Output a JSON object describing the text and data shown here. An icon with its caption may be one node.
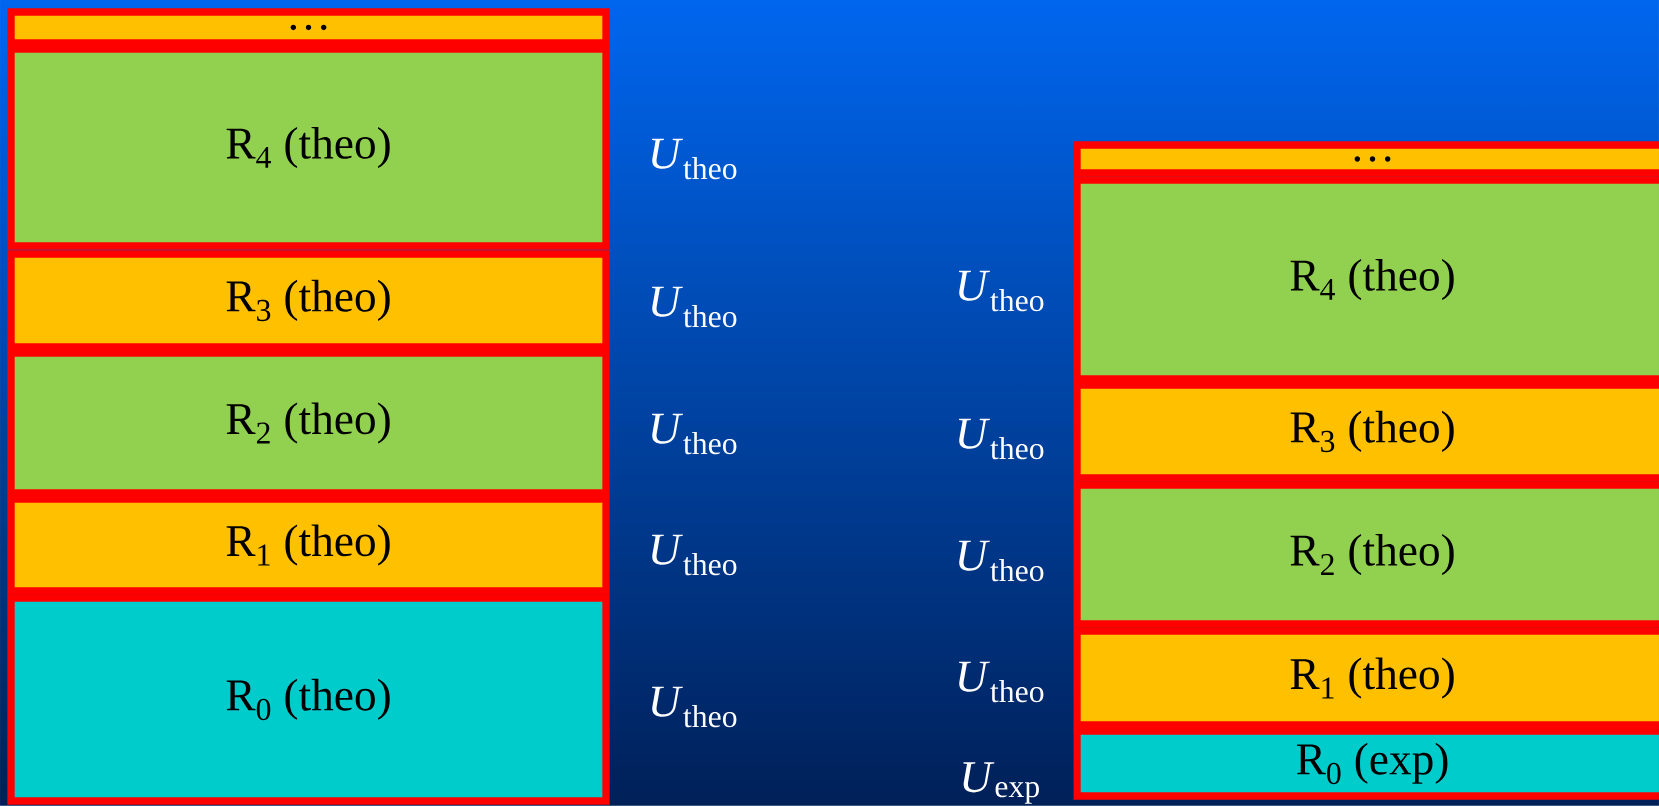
{
  "diagram": {
    "nodes": [
      {
        "text": [
          "…"
        ]
      },
      {
        "text": [
          "R$_{4}$ (theo)"
        ]
      },
      {
        "text": [
          "R$_{3}$ (theo)"
        ]
      },
      {
        "text": [
          "R$_{2}$ (theo)"
        ]
      },
      {
        "text": [
          "R$_{1}$ (theo)"
        ]
      },
      {
        "text": [
          "R$_{0}$ (theo)"
        ]
      },
      {
        "text": [
          "…"
        ]
      },
      {
        "text": [
          "R$_{4}$ (theo)"
        ]
      },
      {
        "text": [
          "R$_{3}$ (theo)"
        ]
      },
      {
        "text": [
          "R$_{2}$ (theo)"
        ]
      },
      {
        "text": [
          "R$_{1}$ (theo)"
        ]
      },
      {
        "text": [
          "R$_{0}$ (exp)"
        ]
      }
    ],
    "labels": [
      "*U*$_{theo}$",
      "*U*$_{theo}$",
      "*U*$_{theo}$",
      "*U*$_{theo}$",
      "*U*$_{theo}$",
      "*U*$_{theo}$",
      "*U*$_{theo}$",
      "*U*$_{theo}$",
      "*U*$_{theo}$",
      "*U*$_{exp}$"
    ]
  }
}
